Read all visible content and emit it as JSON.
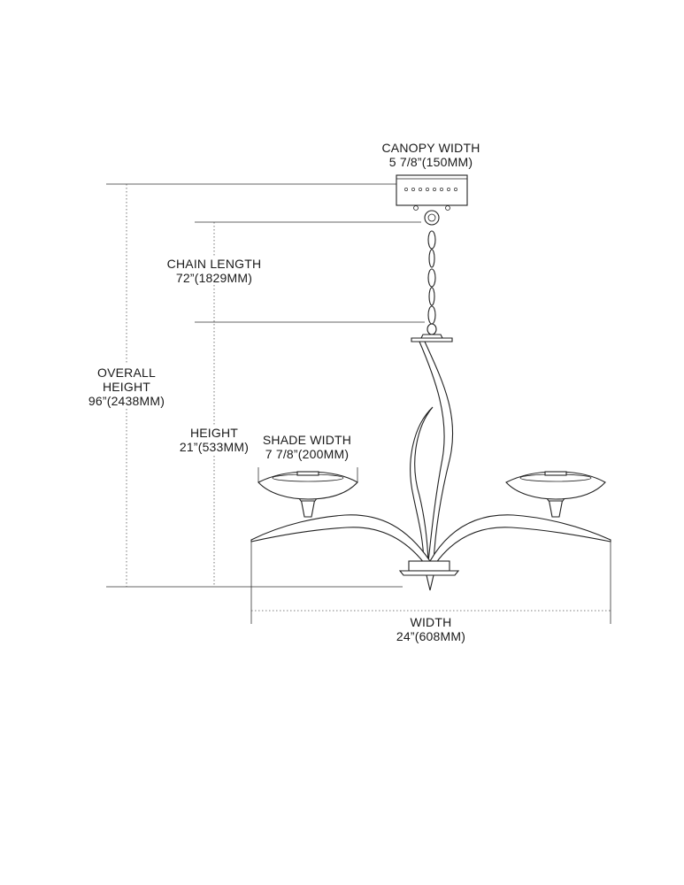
{
  "labels": {
    "canopy": {
      "title": "CANOPY WIDTH",
      "value": "5 7/8”(150MM)"
    },
    "chain": {
      "title": "CHAIN LENGTH",
      "value": "72”(1829MM)"
    },
    "overall": {
      "line1": "OVERALL",
      "line2": "HEIGHT",
      "value": "96”(2438MM)"
    },
    "height": {
      "title": "HEIGHT",
      "value": "21”(533MM)"
    },
    "shade": {
      "title": "SHADE WIDTH",
      "value": "7 7/8”(200MM)"
    },
    "width": {
      "title": "WIDTH",
      "value": "24”(608MM)"
    }
  },
  "colors": {
    "line": "#222222",
    "background": "#ffffff"
  }
}
